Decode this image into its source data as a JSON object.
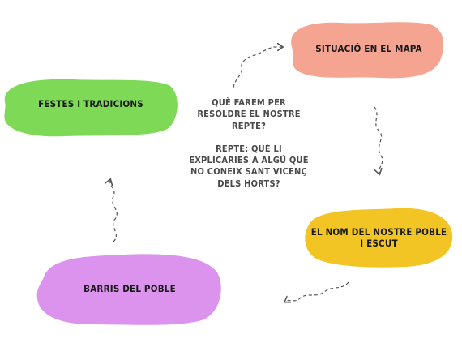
{
  "diagram": {
    "center_question": "Què farem per resoldre el nostre repte?",
    "center_challenge": "Repte:  Què li explicaries a algú que no coneix Sant Vicenç dels Horts?",
    "nodes": [
      {
        "id": "situacio",
        "label": "Situació en el mapa",
        "color": "#f4a491"
      },
      {
        "id": "festes",
        "label": "Festes i tradicions",
        "color": "#7ed957"
      },
      {
        "id": "nom",
        "label": "El nom del nostre poble i escut",
        "color": "#f2c525"
      },
      {
        "id": "barris",
        "label": "Barris del poble",
        "color": "#dc93ee"
      }
    ],
    "arrow_color": "#555555"
  }
}
